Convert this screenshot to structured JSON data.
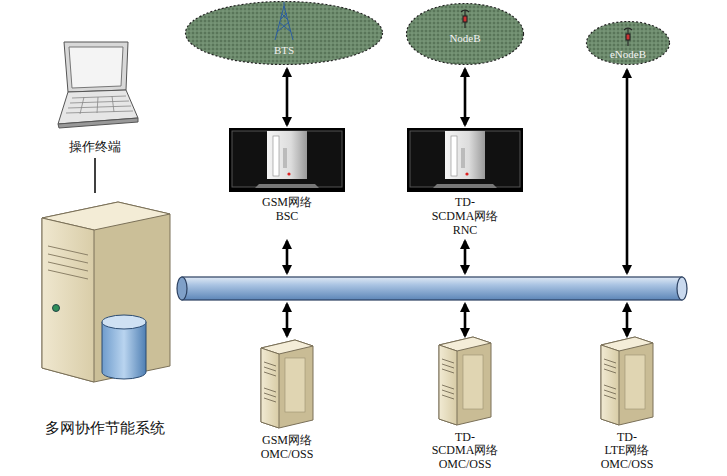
{
  "diagram": {
    "nodes": [
      {
        "text": [
          "BTS"
        ]
      },
      {
        "text": [
          "NodeB"
        ]
      },
      {
        "text": [
          "eNodeB"
        ]
      },
      {
        "text": [
          "操作终端"
        ]
      },
      {
        "text": [
          "GSM网络 BSC"
        ]
      },
      {
        "text": [
          "TD-SCDMA网络 RNC"
        ]
      },
      {
        "text": [
          "多网协作节能系统"
        ]
      },
      {
        "text": [
          "GSM网络 OMC/OSS"
        ]
      },
      {
        "text": [
          "TD-SCDMA网络 OMC/OSS"
        ]
      },
      {
        "text": [
          "TD-LTE网络 OMC/OSS"
        ]
      }
    ],
    "edges": [
      {
        "from": 0,
        "to": 4,
        "arrow": "both"
      },
      {
        "from": 1,
        "to": 5,
        "arrow": "both"
      },
      {
        "from": 3,
        "to": 6,
        "arrow": "none"
      }
    ]
  }
}
